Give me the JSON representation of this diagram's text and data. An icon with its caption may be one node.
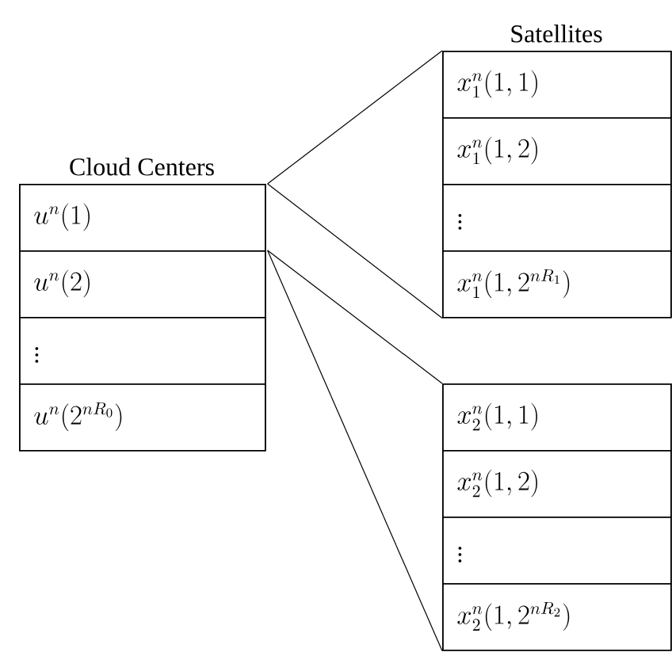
{
  "diagram": {
    "nodes": [
      {
        "text": [
          "Cloud Centers"
        ]
      },
      {
        "text": [
          "u^n(1)"
        ],
        "in": 0
      },
      {
        "text": [
          "u^n(2)"
        ],
        "in": 0
      },
      {
        "text": [
          "\\vdots"
        ],
        "in": 0
      },
      {
        "text": [
          "u^n(2^{nR_0})"
        ],
        "in": 0
      },
      {
        "text": [
          "Satellites"
        ]
      },
      {
        "text": [
          "x_1^n(1,1)"
        ],
        "in": 5
      },
      {
        "text": [
          "x_1^n(1,2)"
        ],
        "in": 5
      },
      {
        "text": [
          "\\vdots"
        ],
        "in": 5
      },
      {
        "text": [
          "x_1^n(1,2^{nR_1})"
        ],
        "in": 5
      },
      {
        "text": [],
        "shape": "box"
      },
      {
        "text": [
          "x_2^n(1,1)"
        ],
        "in": 10
      },
      {
        "text": [
          "x_2^n(1,2)"
        ],
        "in": 10
      },
      {
        "text": [
          "\\vdots"
        ],
        "in": 10
      },
      {
        "text": [
          "x_2^n(1,2^{nR_2})"
        ],
        "in": 10
      }
    ],
    "edges": [
      {
        "from": 1,
        "to": 6,
        "arrow": "none"
      },
      {
        "from": 1,
        "to": 9,
        "arrow": "none"
      },
      {
        "from": 2,
        "to": 11,
        "arrow": "none"
      },
      {
        "from": 2,
        "to": 14,
        "arrow": "none"
      }
    ]
  }
}
